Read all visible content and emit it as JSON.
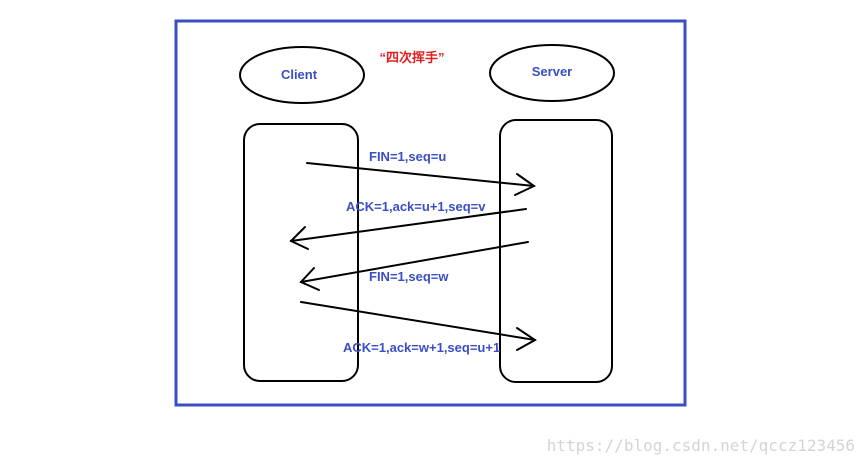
{
  "diagram": {
    "title": "“四次挥手”",
    "client_label": "Client",
    "server_label": "Server",
    "messages": [
      {
        "text": "FIN=1,seq=u",
        "direction": "client-to-server"
      },
      {
        "text": "ACK=1,ack=u+1,seq=v",
        "direction": "server-to-client"
      },
      {
        "text": "FIN=1,seq=w",
        "direction": "server-to-client"
      },
      {
        "text": "ACK=1,ack=w+1,seq=u+1",
        "direction": "client-to-server"
      }
    ]
  },
  "watermark": "https://blog.csdn.net/qccz123456",
  "colors": {
    "frame": "#3a4fc4",
    "label": "#3a4fc4",
    "title": "#e02020",
    "stroke": "#000000",
    "watermark": "#d4d4d4"
  }
}
